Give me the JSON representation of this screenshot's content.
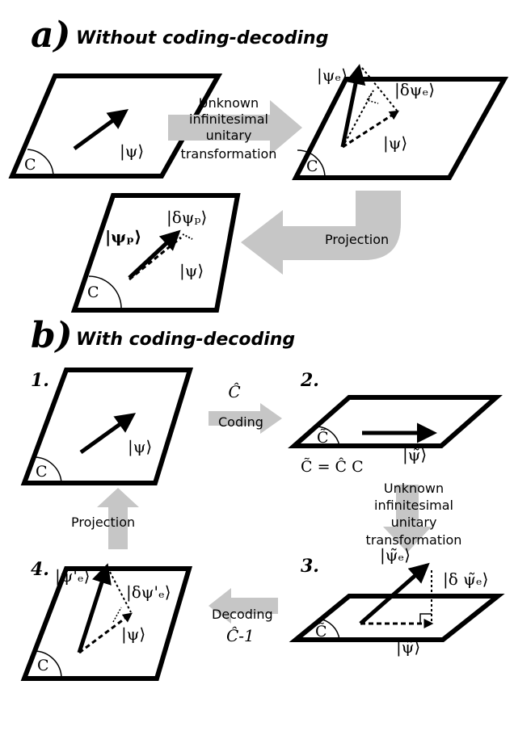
{
  "section_a": {
    "letter": "a)",
    "title": "Without coding-decoding",
    "arrow_transform_label": [
      "Unknown",
      "infinitesimal",
      "unitary",
      "transformation"
    ],
    "projection_label": "Projection",
    "psi": "|ψ⟩",
    "psi_e": "|ψₑ⟩",
    "delta_psi_e": "|δψₑ⟩",
    "psi_p": "|ψₚ⟩",
    "delta_psi_p": "|δψₚ⟩",
    "c_label": "C"
  },
  "section_b": {
    "letter": "b)",
    "title": "With coding-decoding",
    "step1": "1.",
    "step2": "2.",
    "step3": "3.",
    "step4": "4.",
    "coding_op": "Ĉ",
    "coding_label": "Coding",
    "decoding_label": "Decoding",
    "decoding_op": "Ĉ-1",
    "transform_label": [
      "Unknown",
      "infinitesimal",
      "unitary",
      "transformation"
    ],
    "projection_label": "Projection",
    "c_label": "C",
    "c_tilde": "C̃",
    "c_tilde_eq": "C̃ = Ĉ C",
    "psi": "|ψ⟩",
    "psi_tilde": "|ψ̃⟩",
    "psi_tilde_e": "|ψ̃ₑ⟩",
    "delta_psi_tilde_e": "|δ ψ̃ₑ⟩",
    "psi_e_prime": "|ψ'ₑ⟩",
    "delta_psi_e_prime": "|δψ'ₑ⟩"
  }
}
